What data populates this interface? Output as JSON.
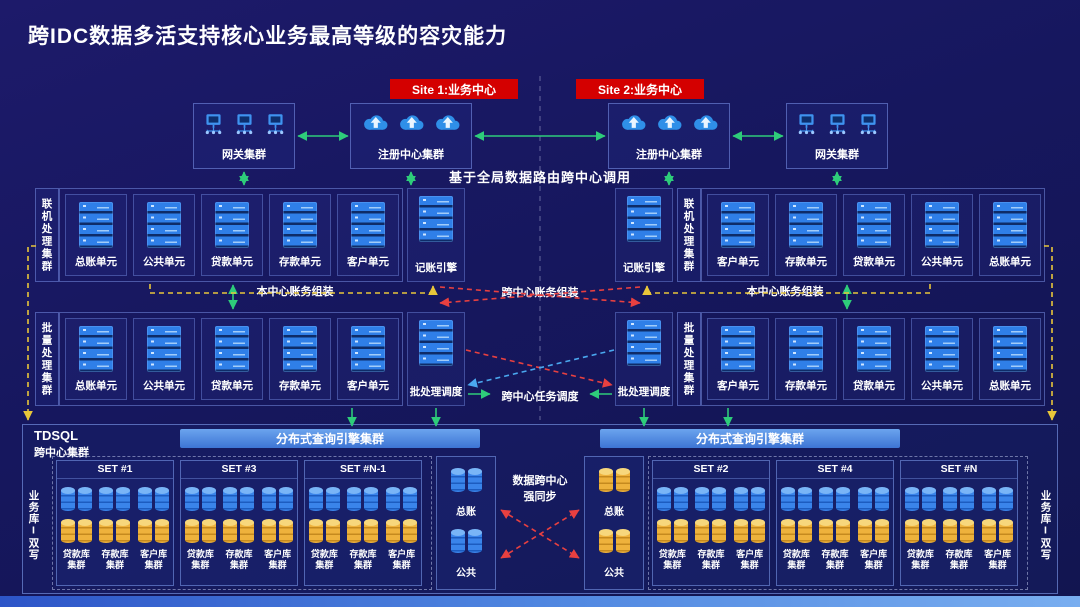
{
  "title": "跨IDC数据多活支持核心业务最高等级的容灾能力",
  "sites": {
    "site1_label": "Site 1:业务中心",
    "site2_label": "Site 2:业务中心"
  },
  "top_row": {
    "gateway_left": "网关集群",
    "registry_left": "注册中心集群",
    "registry_right": "注册中心集群",
    "gateway_right": "网关集群",
    "routing_caption": "基于全局数据路由跨中心调用"
  },
  "online": {
    "left_label": "联机处理集群",
    "right_label": "联机处理集群",
    "left_units": [
      "总账单元",
      "公共单元",
      "贷款单元",
      "存款单元",
      "客户单元"
    ],
    "right_units": [
      "客户单元",
      "存款单元",
      "贷款单元",
      "公共单元",
      "总账单元"
    ],
    "left_engine": "记账引擎",
    "right_engine": "记账引擎"
  },
  "assembly": {
    "local_left": "本中心账务组装",
    "cross_center": "跨中心账务组装",
    "local_right": "本中心账务组装"
  },
  "batch": {
    "left_label": "批量处理集群",
    "right_label": "批量处理集群",
    "left_units": [
      "总账单元",
      "公共单元",
      "贷款单元",
      "存款单元",
      "客户单元"
    ],
    "right_units": [
      "客户单元",
      "存款单元",
      "贷款单元",
      "公共单元",
      "总账单元"
    ],
    "left_scheduler": "批处理调度",
    "right_scheduler": "批处理调度",
    "cross_caption": "跨中心任务调度"
  },
  "tdsql": {
    "name": "TDSQL",
    "subtitle": "跨中心集群",
    "query_engine_left": "分布式查询引擎集群",
    "query_engine_right": "分布式查询引擎集群",
    "dual_write_left": "业务库I双写",
    "dual_write_right": "业务库I双写",
    "sync_caption_line1": "数据跨中心",
    "sync_caption_line2": "强同步",
    "left_sets": [
      {
        "name": "SET #1",
        "groups": [
          "贷款库集群",
          "存款库集群",
          "客户库集群"
        ]
      },
      {
        "name": "SET #3",
        "groups": [
          "贷款库集群",
          "存款库集群",
          "客户库集群"
        ]
      },
      {
        "name": "SET #N-1",
        "groups": [
          "贷款库集群",
          "存款库集群",
          "客户库集群"
        ]
      }
    ],
    "right_sets": [
      {
        "name": "SET #2",
        "groups": [
          "贷款库集群",
          "存款库集群",
          "客户库集群"
        ]
      },
      {
        "name": "SET #4",
        "groups": [
          "贷款库集群",
          "存款库集群",
          "客户库集群"
        ]
      },
      {
        "name": "SET #N",
        "groups": [
          "贷款库集群",
          "存款库集群",
          "客户库集群"
        ]
      }
    ],
    "shared_left": [
      "总账",
      "公共"
    ],
    "shared_right": [
      "总账",
      "公共"
    ]
  },
  "icons": {
    "gateway": "terminal-network-icon",
    "registry": "cloud-upload-icon",
    "server": "server-rack-icon",
    "database": "database-cylinder-icon"
  },
  "colors": {
    "background": "#16175e",
    "banner_red": "#d40000",
    "arrow_green": "#2ecc7a",
    "arrow_red": "#e84040",
    "arrow_yellow": "#e8c63a",
    "arrow_blue": "#4aa8f0",
    "db_blue": "#2a76e0",
    "db_yellow": "#e8a832",
    "bar_blue": "#4a86dd"
  }
}
